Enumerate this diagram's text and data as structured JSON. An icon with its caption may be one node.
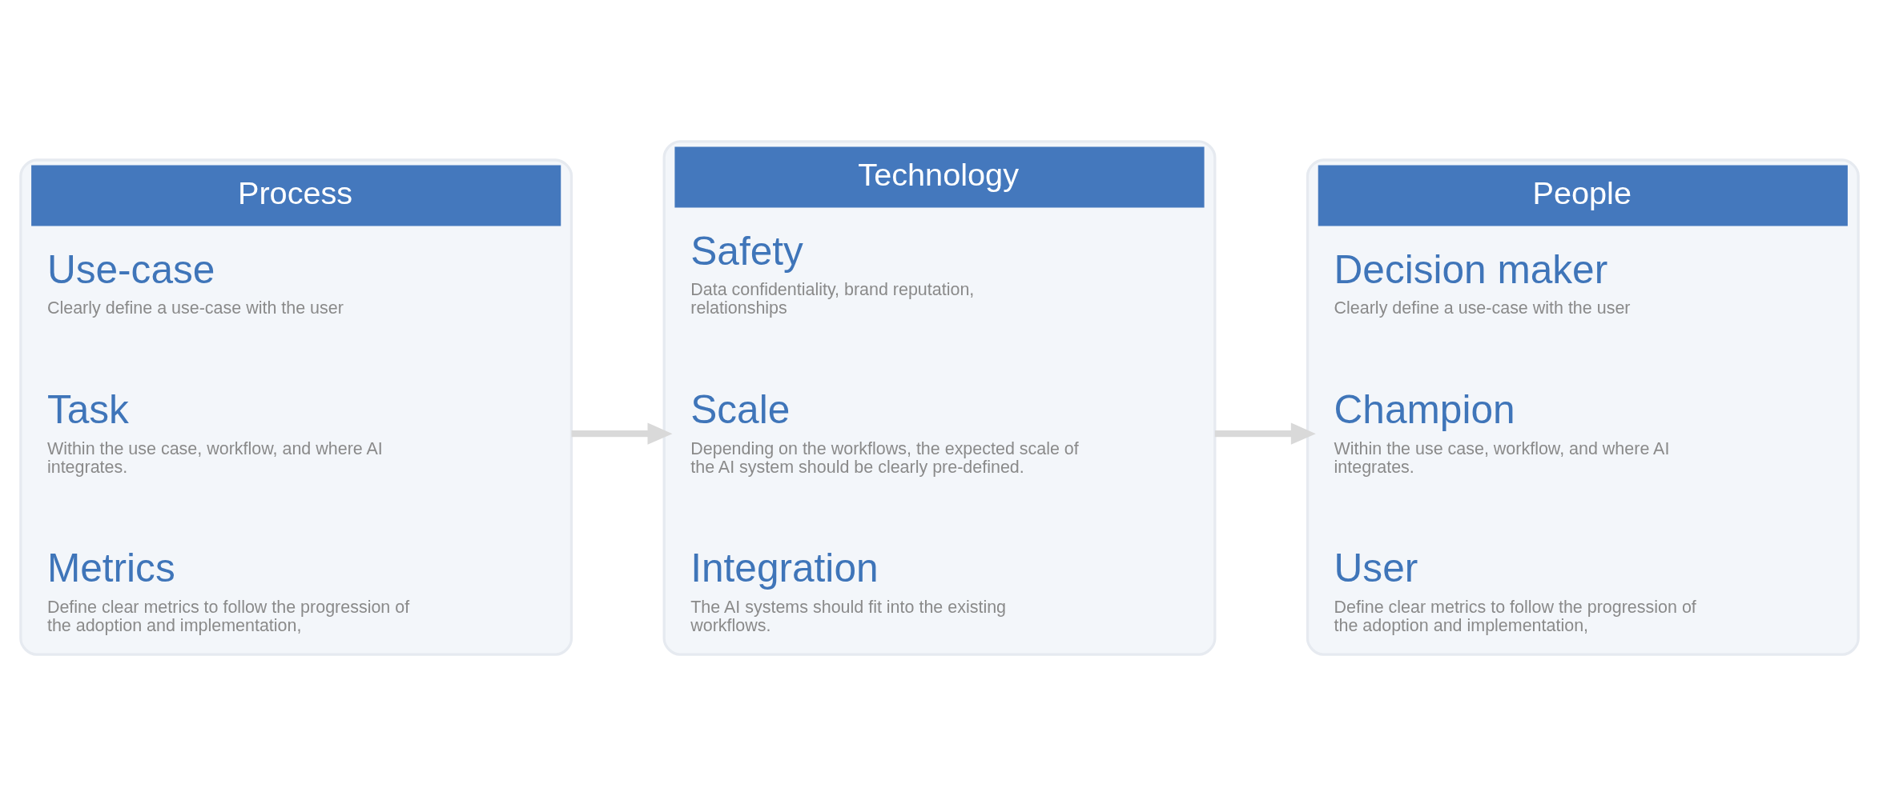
{
  "diagram": {
    "nodes": [
      {
        "text": [
          "Process"
        ]
      },
      {
        "text": [
          "Use-case",
          "Clearly define a use-case with the user"
        ],
        "in": 0
      },
      {
        "text": [
          "Task",
          "Within the use case, workflow, and where AI integrates."
        ],
        "in": 0
      },
      {
        "text": [
          "Metrics",
          "Define clear metrics to follow the progression of the adoption and implementation,"
        ],
        "in": 0
      },
      {
        "text": [
          "Technology"
        ]
      },
      {
        "text": [
          "Safety",
          "Data confidentiality, brand reputation, relationships"
        ],
        "in": 4
      },
      {
        "text": [
          "Scale",
          "Depending on the workflows, the expected scale of the AI system should be clearly pre-defined."
        ],
        "in": 4
      },
      {
        "text": [
          "Integration",
          "The AI systems should fit into the existing workflows."
        ],
        "in": 4
      },
      {
        "text": [
          "People"
        ]
      },
      {
        "text": [
          "Decision maker",
          "Clearly define a use-case with the user"
        ],
        "in": 8
      },
      {
        "text": [
          "Champion",
          "Within the use case, workflow, and where AI integrates."
        ],
        "in": 8
      },
      {
        "text": [
          "User",
          "Define clear metrics to follow the progression of the adoption and implementation,"
        ],
        "in": 8
      }
    ],
    "edges": [
      {
        "from": 0,
        "to": 4,
        "arrow": "to"
      },
      {
        "from": 4,
        "to": 8,
        "arrow": "to"
      }
    ]
  }
}
